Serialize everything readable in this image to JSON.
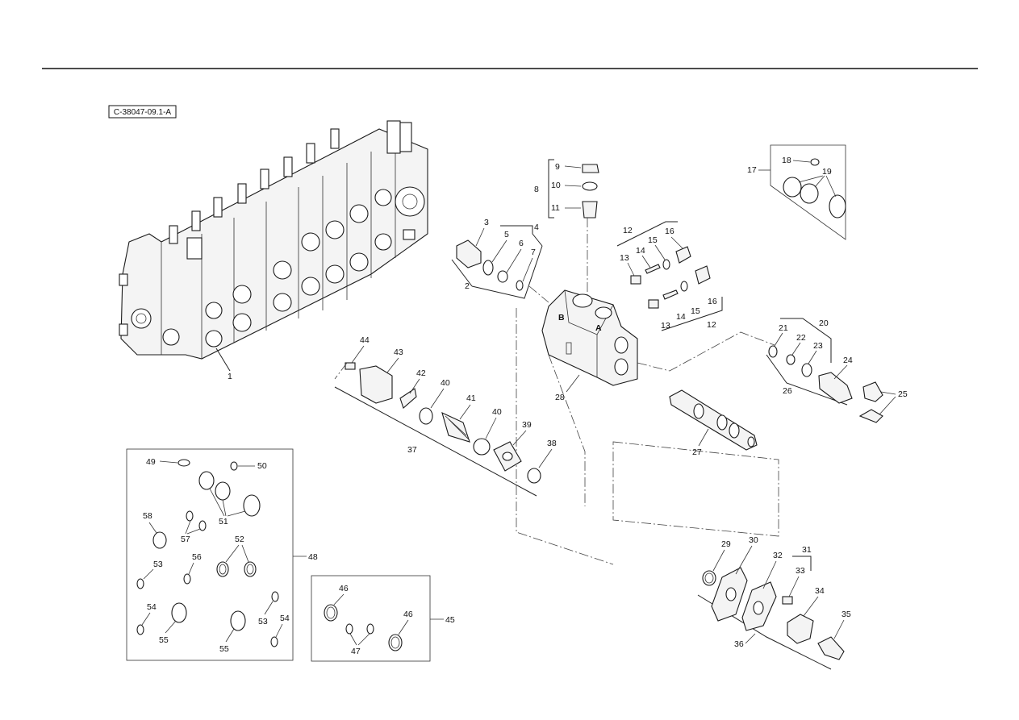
{
  "reference": "C-38047-09.1-A",
  "labels": {
    "l1": "1",
    "l2": "2",
    "l3": "3",
    "l4": "4",
    "l5": "5",
    "l6": "6",
    "l7": "7",
    "l8": "8",
    "l9": "9",
    "l10": "10",
    "l11": "11",
    "l12a": "12",
    "l12b": "12",
    "l13a": "13",
    "l13b": "13",
    "l14a": "14",
    "l14b": "14",
    "l15a": "15",
    "l15b": "15",
    "l16a": "16",
    "l16b": "16",
    "l17": "17",
    "l18": "18",
    "l19": "19",
    "l20": "20",
    "l21": "21",
    "l22": "22",
    "l23": "23",
    "l24": "24",
    "l25": "25",
    "l26": "26",
    "l27": "27",
    "l28": "28",
    "l29": "29",
    "l30": "30",
    "l31": "31",
    "l32": "32",
    "l33": "33",
    "l34": "34",
    "l35": "35",
    "l36": "36",
    "l37": "37",
    "l38": "38",
    "l39": "39",
    "l40a": "40",
    "l40b": "40",
    "l41": "41",
    "l42": "42",
    "l43": "43",
    "l44": "44",
    "l45": "45",
    "l46a": "46",
    "l46b": "46",
    "l47": "47",
    "l48": "48",
    "l49": "49",
    "l50": "50",
    "l51": "51",
    "l52": "52",
    "l53a": "53",
    "l53b": "53",
    "l54a": "54",
    "l54b": "54",
    "l55a": "55",
    "l55b": "55",
    "l56": "56",
    "l57": "57",
    "l58": "58"
  },
  "body_marks": {
    "port_b": "B",
    "port_a": "A"
  }
}
